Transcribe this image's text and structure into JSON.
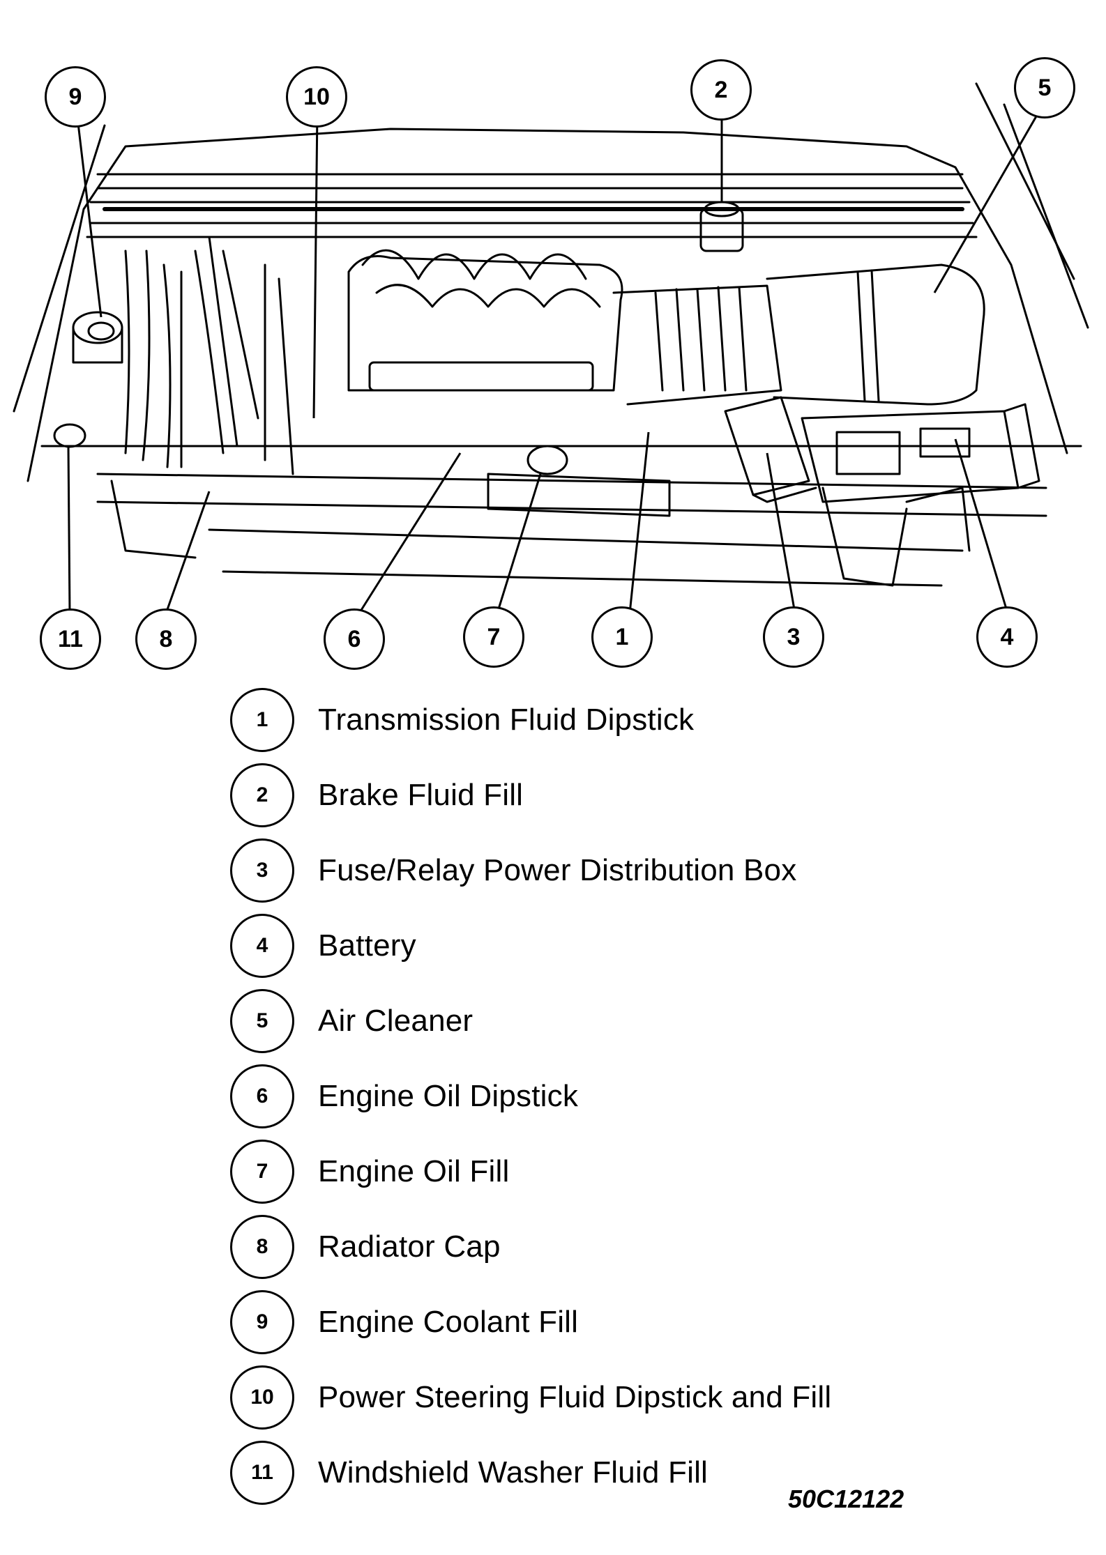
{
  "callouts": {
    "c1": "1",
    "c2": "2",
    "c3": "3",
    "c4": "4",
    "c5": "5",
    "c6": "6",
    "c7": "7",
    "c8": "8",
    "c9": "9",
    "c10": "10",
    "c11": "11"
  },
  "legend": [
    {
      "num": "1",
      "label": "Transmission Fluid Dipstick"
    },
    {
      "num": "2",
      "label": "Brake Fluid Fill"
    },
    {
      "num": "3",
      "label": "Fuse/Relay Power Distribution Box"
    },
    {
      "num": "4",
      "label": "Battery"
    },
    {
      "num": "5",
      "label": "Air Cleaner"
    },
    {
      "num": "6",
      "label": "Engine Oil Dipstick"
    },
    {
      "num": "7",
      "label": "Engine Oil Fill"
    },
    {
      "num": "8",
      "label": "Radiator Cap"
    },
    {
      "num": "9",
      "label": "Engine Coolant Fill"
    },
    {
      "num": "10",
      "label": "Power Steering Fluid Dipstick and Fill"
    },
    {
      "num": "11",
      "label": "Windshield Washer Fluid Fill"
    }
  ],
  "figure_code": "50C12122"
}
